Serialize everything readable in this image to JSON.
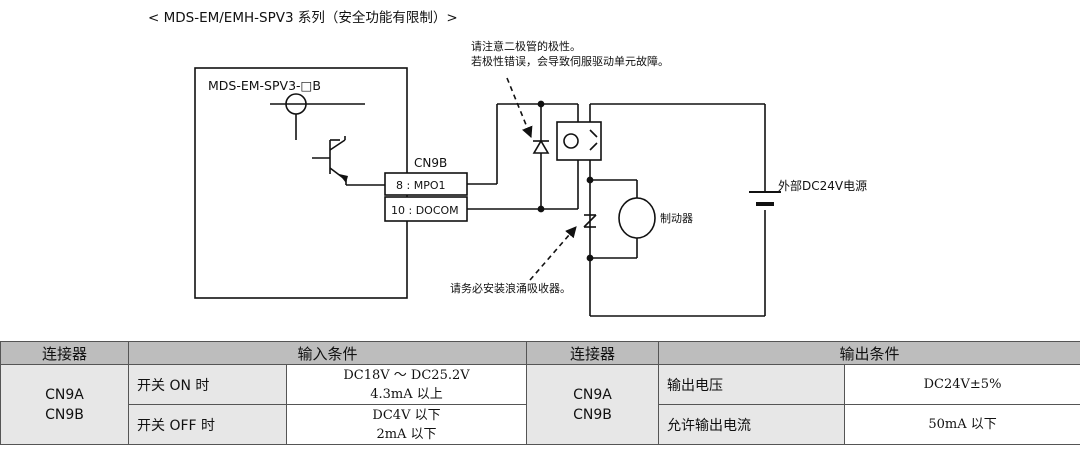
{
  "title": "< MDS-EM/EMH-SPV3 系列（安全功能有限制）>",
  "diagram": {
    "unit_label": "MDS-EM-SPV3-□B",
    "connector": "CN9B",
    "pin1": "8 : MPO1",
    "pin2": "10 : DOCOM",
    "note_diode_line1": "请注意二极管的极性。",
    "note_diode_line2": "若极性错误，会导致伺服驱动单元故障。",
    "note_surge": "请务必安装浪涌吸收器。",
    "brake_label": "制动器",
    "power_label": "外部DC24V电源"
  },
  "table": {
    "headers": [
      "连接器",
      "输入条件",
      "连接器",
      "输出条件"
    ],
    "left_connectors": [
      "CN9A",
      "CN9B"
    ],
    "right_connectors": [
      "CN9A",
      "CN9B"
    ],
    "rows": [
      {
        "in_cond": "开关 ON 时",
        "in_val": [
          "DC18V ～ DC25.2V",
          "4.3mA 以上"
        ],
        "out_cond": "输出电压",
        "out_val": "DC24V±5%"
      },
      {
        "in_cond": "开关 OFF 时",
        "in_val": [
          "DC4V 以下",
          "2mA 以下"
        ],
        "out_cond": "允许输出电流",
        "out_val": "50mA 以下"
      }
    ]
  }
}
